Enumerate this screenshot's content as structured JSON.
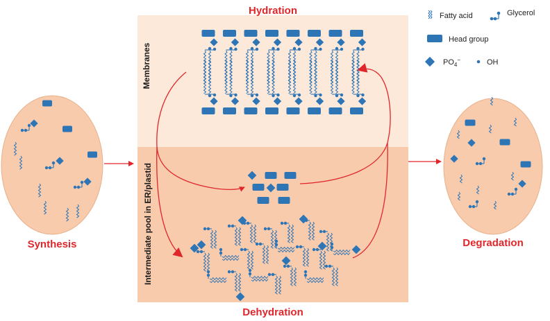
{
  "labels": {
    "hydration": "Hydration",
    "dehydration": "Dehydration",
    "synthesis": "Synthesis",
    "degradation": "Degradation",
    "membranes": "Membranes",
    "intermediate_pool": "Intermediate pool in ER/plastid"
  },
  "legend": {
    "fatty_acid": "Fatty acid",
    "glycerol": "Glycerol",
    "head_group": "Head group",
    "po4_base": "PO",
    "po4_sub": "4",
    "po4_sup": "−",
    "oh": "OH"
  },
  "colors": {
    "molecule_blue": "#2e75b6",
    "upper_panel": "#fde9d9",
    "lower_panel": "#f8cbad",
    "cell_fill": "#f8cbad",
    "arrow_red": "#e0262b",
    "label_red": "#e0262b"
  }
}
